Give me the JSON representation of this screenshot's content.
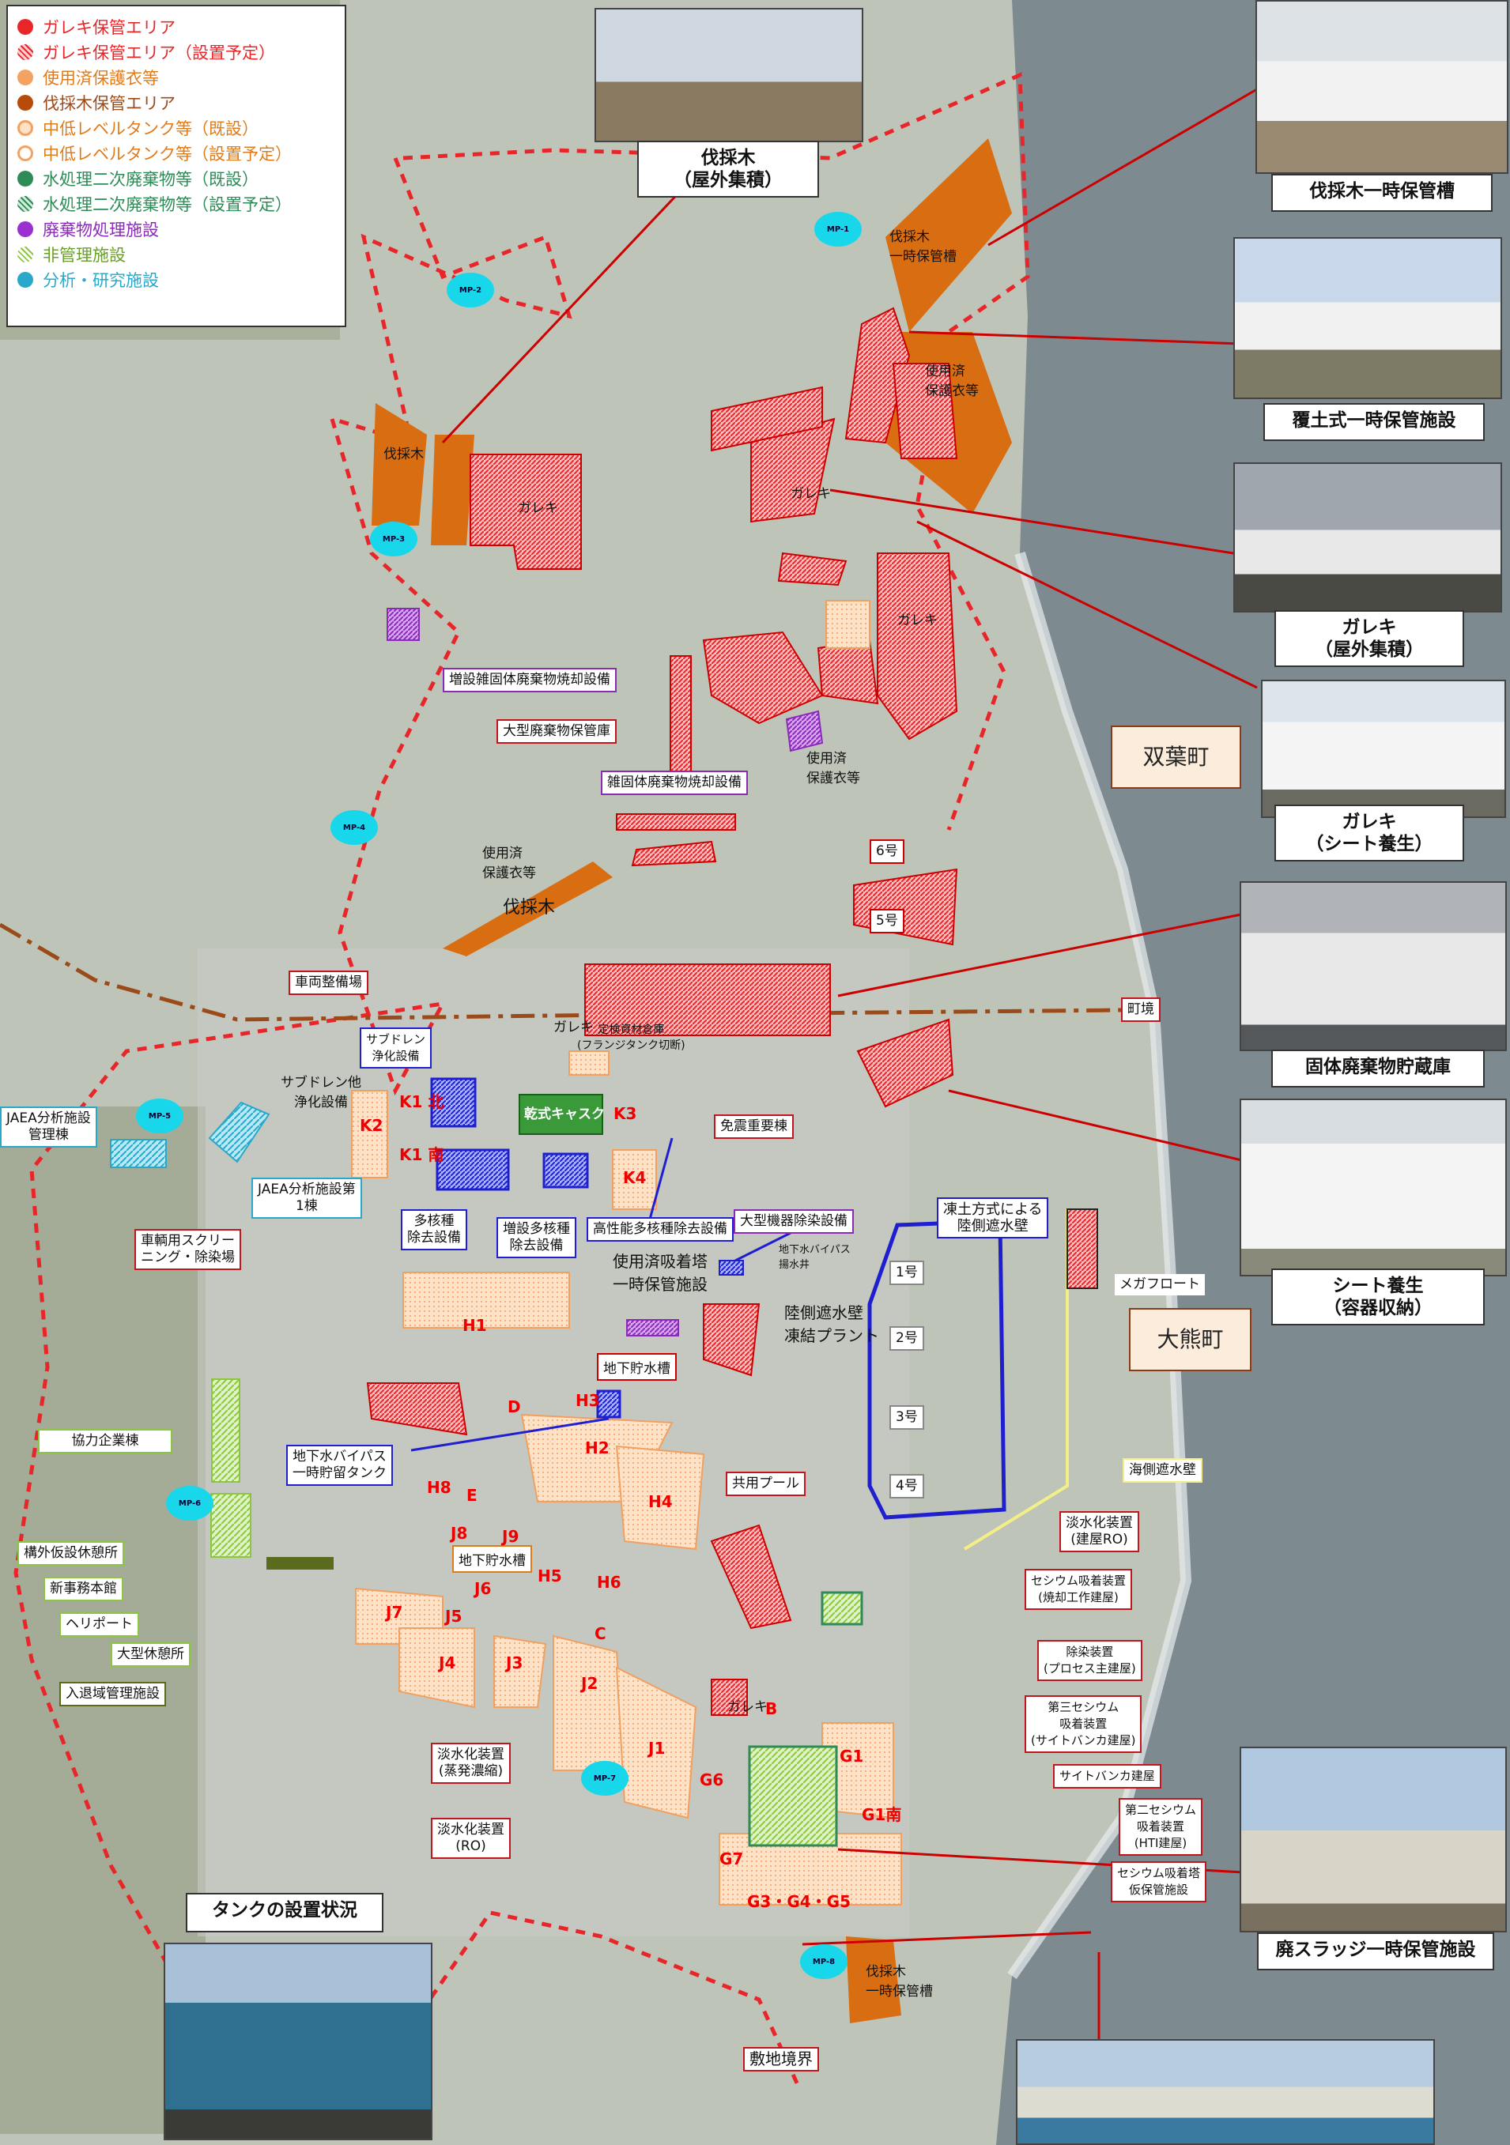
{
  "legend": {
    "items": [
      {
        "label": "ガレキ保管エリア",
        "color": "#e8262a",
        "style": "solid"
      },
      {
        "label": "ガレキ保管エリア（設置予定）",
        "color": "#e8262a",
        "style": "hatch"
      },
      {
        "label": "使用済保護衣等",
        "color": "#f4a261",
        "style": "solid"
      },
      {
        "label": "伐採木保管エリア",
        "color": "#d2691e",
        "style": "solid"
      },
      {
        "label": "中低レベルタンク等（既設）",
        "color": "#f4a261",
        "style": "ring"
      },
      {
        "label": "中低レベルタンク等（設置予定）",
        "color": "#f4a261",
        "style": "ring-hatch"
      },
      {
        "label": "水処理二次廃棄物等（既設）",
        "color": "#2e8b57",
        "style": "solid"
      },
      {
        "label": "水処理二次廃棄物等（設置予定）",
        "color": "#2e8b57",
        "style": "hatch"
      },
      {
        "label": "廃棄物処理施設",
        "color": "#9b30d0",
        "style": "solid"
      },
      {
        "label": "非管理施設",
        "color": "#8cc63f",
        "style": "hatch"
      },
      {
        "label": "分析・研究施設",
        "color": "#2aa8c9",
        "style": "solid"
      }
    ]
  },
  "photos": [
    {
      "name": "photo-felled-trees-outdoor",
      "caption": "伐採木\n（屋外集積）"
    },
    {
      "name": "photo-felled-trees-storage",
      "caption": "伐採木一時保管槽"
    },
    {
      "name": "photo-covered-storage",
      "caption": "覆土式一時保管施設"
    },
    {
      "name": "photo-rubble-outdoor",
      "caption": "ガレキ\n（屋外集積）"
    },
    {
      "name": "photo-rubble-sheet",
      "caption": "ガレキ\n（シート養生）"
    },
    {
      "name": "photo-solid-waste",
      "caption": "固体廃棄物貯蔵庫"
    },
    {
      "name": "photo-sheet-container",
      "caption": "シート養生\n（容器収納）"
    },
    {
      "name": "photo-sludge",
      "caption": "廃スラッジ一時保管施設"
    },
    {
      "name": "photo-tanks",
      "caption": "タンクの設置状況"
    }
  ],
  "towns": {
    "futaba": "双葉町",
    "okuma": "大熊町"
  },
  "callouts": {
    "incinerator_ext": "増設雑固体廃棄物焼却設備",
    "large_waste": "大型廃棄物保管庫",
    "incinerator": "雑固体廃棄物焼却設備",
    "vehicle_maint": "車両整備場",
    "subdrain": "サブドレン\n浄化設備",
    "jaea1": "JAEA分析施設\n管理棟",
    "jaea2": "JAEA分析施設第\n1棟",
    "screening": "車輌用スクリー\nニング・除染場",
    "quake": "免震重要棟",
    "alps": "多核種\n除去設備",
    "alps_ext": "増設多核種\n除去設備",
    "alps_hp": "高性能多核種除去設備",
    "large_decon": "大型機器除染設備",
    "frozen": "凍土方式による\n陸側遮水壁",
    "megafloat": "メガフロート",
    "underground_bypass": "地下水バイパス\n一時貯留タンク",
    "partner": "協力企業棟",
    "rest_outside": "構外仮設休憩所",
    "new_office": "新事務本館",
    "heliport": "ヘリポート",
    "large_rest": "大型休憩所",
    "entry": "入退域管理施設",
    "pool": "共用プール",
    "sea_wall": "海側遮水壁",
    "desal_ro": "淡水化装置\n(建屋RO)",
    "cesium": "セシウム吸着装置\n(焼却工作建屋)",
    "decon_proc": "除染装置\n(プロセス主建屋)",
    "cesium3": "第三セシウム\n吸着装置\n(サイトバンカ建屋)",
    "bunker": "サイトバンカ建屋",
    "cesium2": "第二セシウム\n吸着装置\n(HTI建屋)",
    "cesium_tower": "セシウム吸着塔\n仮保管施設",
    "desal_evap": "淡水化装置\n(蒸発濃縮)",
    "desal_ro2": "淡水化装置\n(RO)",
    "boundary": "敷地境界",
    "town_border": "町境",
    "u6": "6号",
    "u5": "5号"
  },
  "map_labels": {
    "unit1": "1号",
    "unit2": "2号",
    "unit3": "3号",
    "unit4": "4号",
    "garekki": "ガレキ",
    "trees": "伐採木",
    "trees_tmp": "伐採木\n一時保管槽",
    "used_suits": "使用済\n保護衣等",
    "dry_cask": "乾式キャスク",
    "subdrain2": "サブドレン他\n浄化設備",
    "used_absorber": "使用済吸着塔\n一時保管施設",
    "gw_bypass_well": "地下水バイパス\n揚水井",
    "landside_plant": "陸側遮水壁\n凍結プラント",
    "underground_tank": "地下貯水槽",
    "inspection": "定検資材倉庫\n(フランジタンク切断)",
    "tank_groups": [
      "H1",
      "H2",
      "H3",
      "H4",
      "H5",
      "H6",
      "H8",
      "J1",
      "J2",
      "J3",
      "J4",
      "J5",
      "J6",
      "J7",
      "J8",
      "J9",
      "D",
      "E",
      "K1 北",
      "K1 南",
      "K2",
      "K3",
      "K4",
      "G1",
      "G1南",
      "G3・G4・G5",
      "G6",
      "G7",
      "B",
      "C"
    ],
    "mp": [
      "MP-1",
      "MP-2",
      "MP-3",
      "MP-4",
      "MP-5",
      "MP-6",
      "MP-7",
      "MP-8"
    ]
  }
}
